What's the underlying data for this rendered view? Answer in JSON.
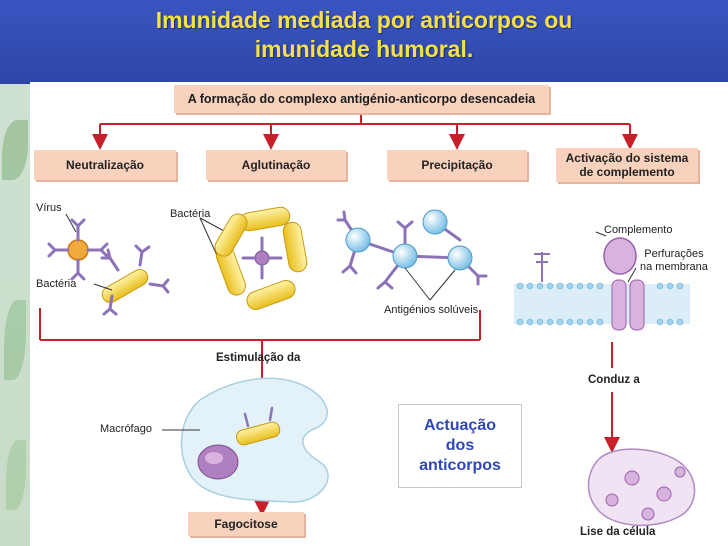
{
  "title": {
    "line1": "Imunidade mediada por anticorpos  ou",
    "line2": "imunidade humoral."
  },
  "diagram": {
    "top_box": "A formação do complexo antigénio-anticorpo desencadeia",
    "boxes": {
      "neutralizacao": "Neutralização",
      "aglutinacao": "Aglutinação",
      "precipitacao": "Precipitação",
      "activacao_line1": "Activação do sistema",
      "activacao_line2": "de complemento",
      "fagocitose": "Fagocitose"
    },
    "labels": {
      "virus": "Vírus",
      "bacteria_left": "Bactéria",
      "bacteria_top": "Bactéria",
      "antigenios": "Antigénios solúveis",
      "complemento": "Complemento",
      "perfuracoes_line1": "Perfurações",
      "perfuracoes_line2": "na membrana",
      "estimulacao": "Estimulação da",
      "macrofago": "Macrófago",
      "conduz": "Conduz a",
      "lise": "Lise da célula"
    },
    "callout": {
      "line1": "Actuação",
      "line2": "dos",
      "line3": "anticorpos"
    },
    "colors": {
      "arrow": "#c8202a",
      "box_fill": "#f8d2bd",
      "bacteria": "#f3d23c",
      "antigen": "#9fd3ee",
      "virus": "#f2a93b",
      "antibody": "#8c73b8",
      "title_text": "#f5e04a",
      "callout_text": "#2f48b8"
    }
  }
}
